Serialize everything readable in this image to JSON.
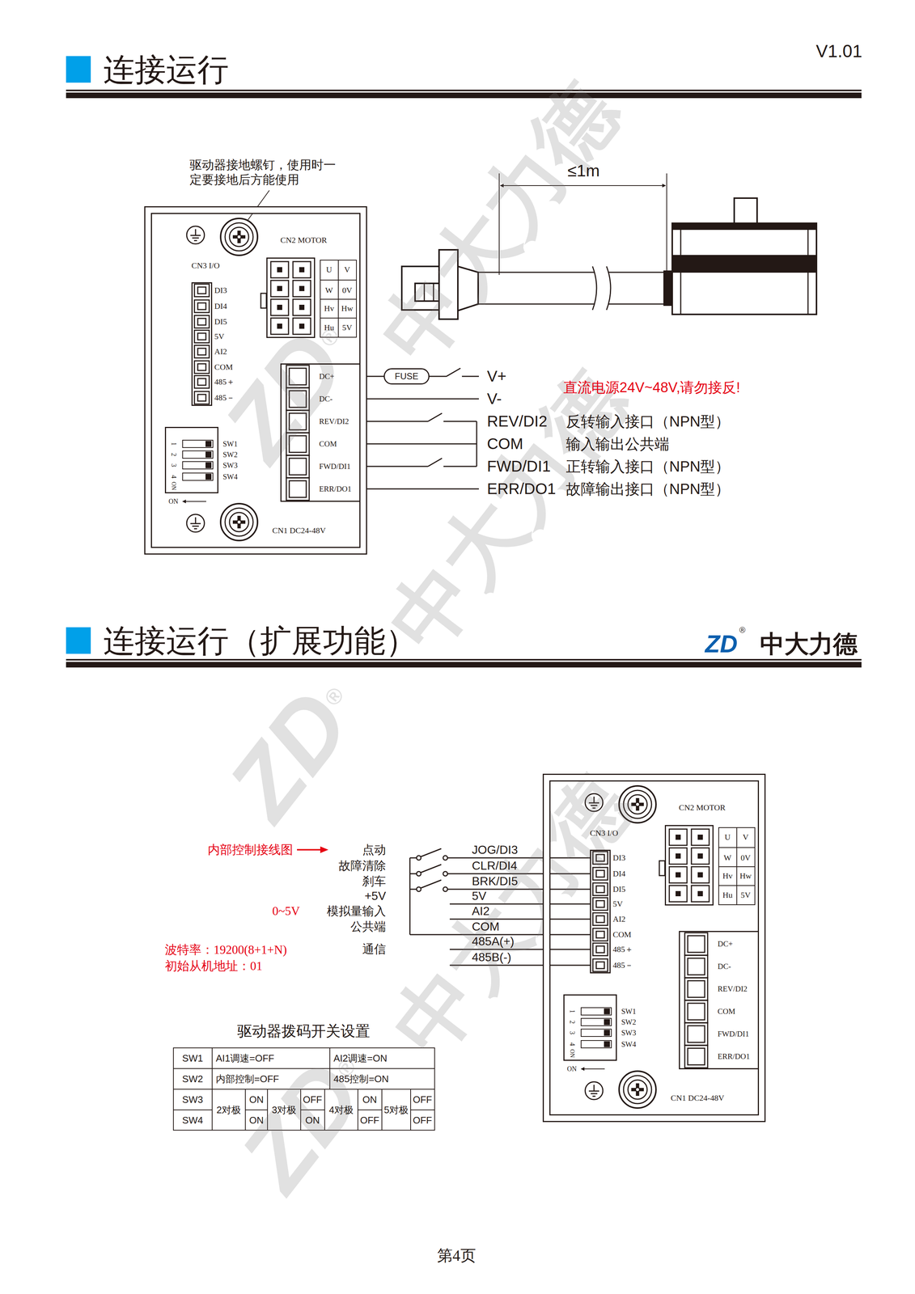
{
  "diagram": {
    "title": "连接运行",
    "nodes": [
      {
        "text": [
          "CN1 DC24-48V"
        ]
      },
      {
        "text": [
          "CN2 MOTOR",
          "U",
          "V",
          "W",
          "0V",
          "Hv",
          "Hw",
          "Hu",
          "5V"
        ],
        "in": 0
      },
      {
        "text": [
          "CN3 I/O",
          "DI3",
          "DI4",
          "DI5",
          "5V",
          "AI2",
          "COM",
          "485＋",
          "485－"
        ],
        "in": 0
      },
      {
        "text": [
          "DC+",
          "DC-",
          "REV/DI2",
          "COM",
          "FWD/DI1",
          "ERR/DO1"
        ],
        "in": 0
      },
      {
        "text": [
          "1",
          "2",
          "3",
          "4",
          "ON",
          "SW1",
          "SW2",
          "SW3",
          "SW4"
        ],
        "in": 0
      },
      {
        "text": [
          "FUSE"
        ]
      },
      {
        "text": [
          "CN1 DC24-48V"
        ]
      },
      {
        "text": [
          "CN2 MOTOR",
          "U",
          "V",
          "W",
          "0V",
          "Hv",
          "Hw",
          "Hu",
          "5V"
        ],
        "in": 6
      },
      {
        "text": [
          "CN3 I/O",
          "DI3",
          "DI4",
          "DI5",
          "5V",
          "AI2",
          "COM",
          "485＋",
          "485－"
        ],
        "in": 6
      },
      {
        "text": [
          "DC+",
          "DC-",
          "REV/DI2",
          "COM",
          "FWD/DI1",
          "ERR/DO1"
        ],
        "in": 6
      },
      {
        "text": [
          "1",
          "2",
          "3",
          "4",
          "ON",
          "SW1",
          "SW2",
          "SW3",
          "SW4"
        ],
        "in": 6
      }
    ],
    "edges": [
      {
        "from": 3,
        "to": 5,
        "arrow": "none"
      }
    ],
    "labels": [
      "V1.01",
      "驱动器接地螺钉，使用时一定要接地后方能使用",
      "≤1m",
      "V+",
      "直流电源24V~48V,请勿接反!",
      "V-",
      "REV/DI2",
      "反转输入接口（NPN型）",
      "COM",
      "输入输出公共端",
      "FWD/DI1",
      "正转输入接口（NPN型）",
      "ERR/DO1",
      "故障输出接口（NPN型）",
      "ON",
      "连接运行（扩展功能）",
      "ZD",
      "®",
      "中大力德",
      "内部控制接线图",
      "点动",
      "JOG/DI3",
      "故障清除",
      "CLR/DI4",
      "刹车",
      "BRK/DI5",
      "+5V",
      "5V",
      "0~5V",
      "模拟量输入",
      "AI2",
      "公共端",
      "COM",
      "485A(+)",
      "波特率：19200(8+1+N)",
      "通信",
      "485B(-)",
      "初始从机地址：01",
      "ON",
      "驱动器拨码开关设置",
      "SW1",
      "AI1调速=OFF",
      "AI2调速=ON",
      "SW2",
      "内部控制=OFF",
      "485控制=ON",
      "SW3",
      "2对极",
      "ON",
      "3对极",
      "OFF",
      "4对极",
      "ON",
      "5对极",
      "OFF",
      "SW4",
      "ON",
      "ON",
      "OFF",
      "OFF",
      "第4页",
      "ZD",
      "®",
      "中大力德",
      "ZD",
      "®",
      "中大力德",
      "ZD",
      "®",
      "中大力德"
    ]
  }
}
